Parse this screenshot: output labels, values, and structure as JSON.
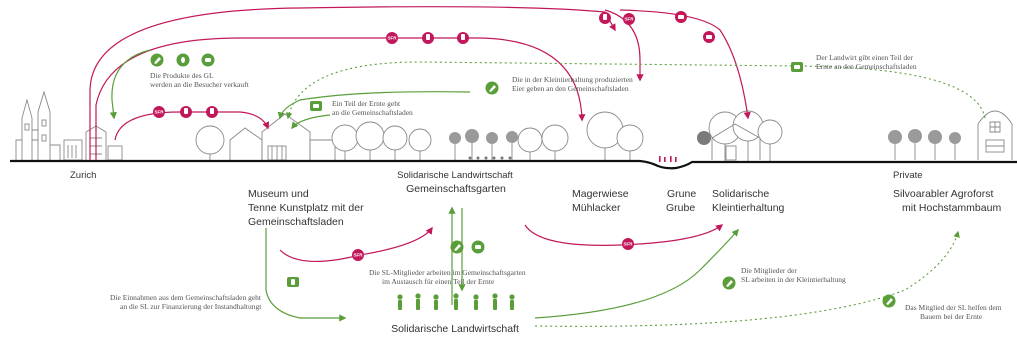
{
  "places": {
    "zurich": "Zurich",
    "museum": "Museum und",
    "tenne": "Tenne Kunstplatz mit der",
    "gemeinschaftsladen": "Gemeinschaftsladen",
    "sl_line1": "Solidarische Landwirtschaft",
    "sl_line2": "Gemeinschaftsgarten",
    "magerwiese": "Magerwiese",
    "muhlacker": "Mühlacker",
    "grune": "Grune",
    "grube": "Grube",
    "kleintier1": "Solidarische",
    "kleintier2": "Kleintierhaltung",
    "private": "Private",
    "agroforst1": "Silvoarabler Agroforst",
    "agroforst2": "mit Hochstammbaum",
    "sl_bottom": "Solidarische Landwirtschaft"
  },
  "annotations": {
    "produkte_1": "Die Produkte des GL",
    "produkte_2": "werden an die Besucher verkauft",
    "ernte_1": "Ein Teil der Ernte geht",
    "ernte_2": "an die Gemeinschaftsladen",
    "eier_1": "Die in der Kleintierhaltung produzierten",
    "eier_2": "Eier geben an den Gemeinschaftsladen",
    "landwirt_1": "Der Landwirt gibt einen Teil der",
    "landwirt_2": "Ernte an den Gemeinschaftsladen",
    "mitglieder_1": "Die SL-Mitglieder arbeiten im Gemeinschaftsgarten",
    "mitglieder_2": "im Austausch für einen Teil der Ernte",
    "einnahmen_1": "Die Einnahmen aus dem Gemeinschaftsladen geht",
    "einnahmen_2": "an die SL zur Finanzierung der Instandhaltungt",
    "klein_1": "Die Mitglieder der",
    "klein_2": "SL arbeiten in der Kleintierhaltung",
    "bauern_1": "Das Mitglied der SL helfen dem",
    "bauern_2": "Bauern bei der Ernte"
  },
  "badges": {
    "money": "SFR"
  },
  "colors": {
    "money_flow": "#c2185b",
    "product_flow": "#5a9e3a",
    "sketch": "#8a8a8a",
    "ground": "#111111"
  },
  "icons": [
    "church-icon",
    "house-icon",
    "tree-icon",
    "person-icon",
    "egg-icon",
    "vegetable-icon",
    "basket-icon",
    "cup-icon"
  ]
}
